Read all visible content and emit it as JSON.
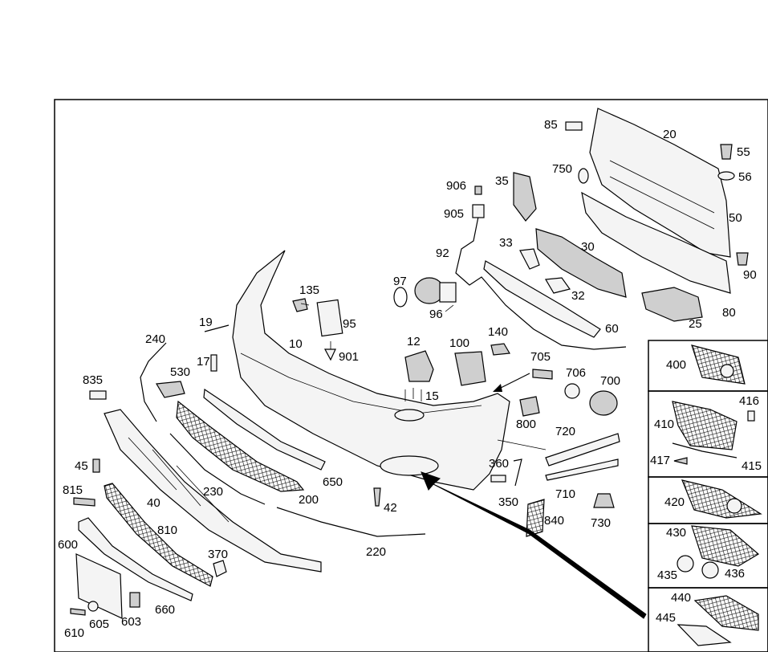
{
  "parts": {
    "p10": "10",
    "p12": "12",
    "p15": "15",
    "p17": "17",
    "p19": "19",
    "p20": "20",
    "p25": "25",
    "p30": "30",
    "p32": "32",
    "p33": "33",
    "p35": "35",
    "p40": "40",
    "p42": "42",
    "p45": "45",
    "p50": "50",
    "p55": "55",
    "p56": "56",
    "p60": "60",
    "p80": "80",
    "p85": "85",
    "p90": "90",
    "p92": "92",
    "p95": "95",
    "p96": "96",
    "p97": "97",
    "p100": "100",
    "p135": "135",
    "p140": "140",
    "p200": "200",
    "p220": "220",
    "p230": "230",
    "p240": "240",
    "p350": "350",
    "p360": "360",
    "p370": "370",
    "p400": "400",
    "p410": "410",
    "p415": "415",
    "p416": "416",
    "p417": "417",
    "p420": "420",
    "p430": "430",
    "p435": "435",
    "p436": "436",
    "p440": "440",
    "p445": "445",
    "p530": "530",
    "p600": "600",
    "p603": "603",
    "p605": "605",
    "p610": "610",
    "p650": "650",
    "p660": "660",
    "p700": "700",
    "p705": "705",
    "p706": "706",
    "p710": "710",
    "p720": "720",
    "p730": "730",
    "p750": "750",
    "p800": "800",
    "p810": "810",
    "p815": "815",
    "p835": "835",
    "p840": "840",
    "p901": "901",
    "p905": "905",
    "p906": "906"
  }
}
